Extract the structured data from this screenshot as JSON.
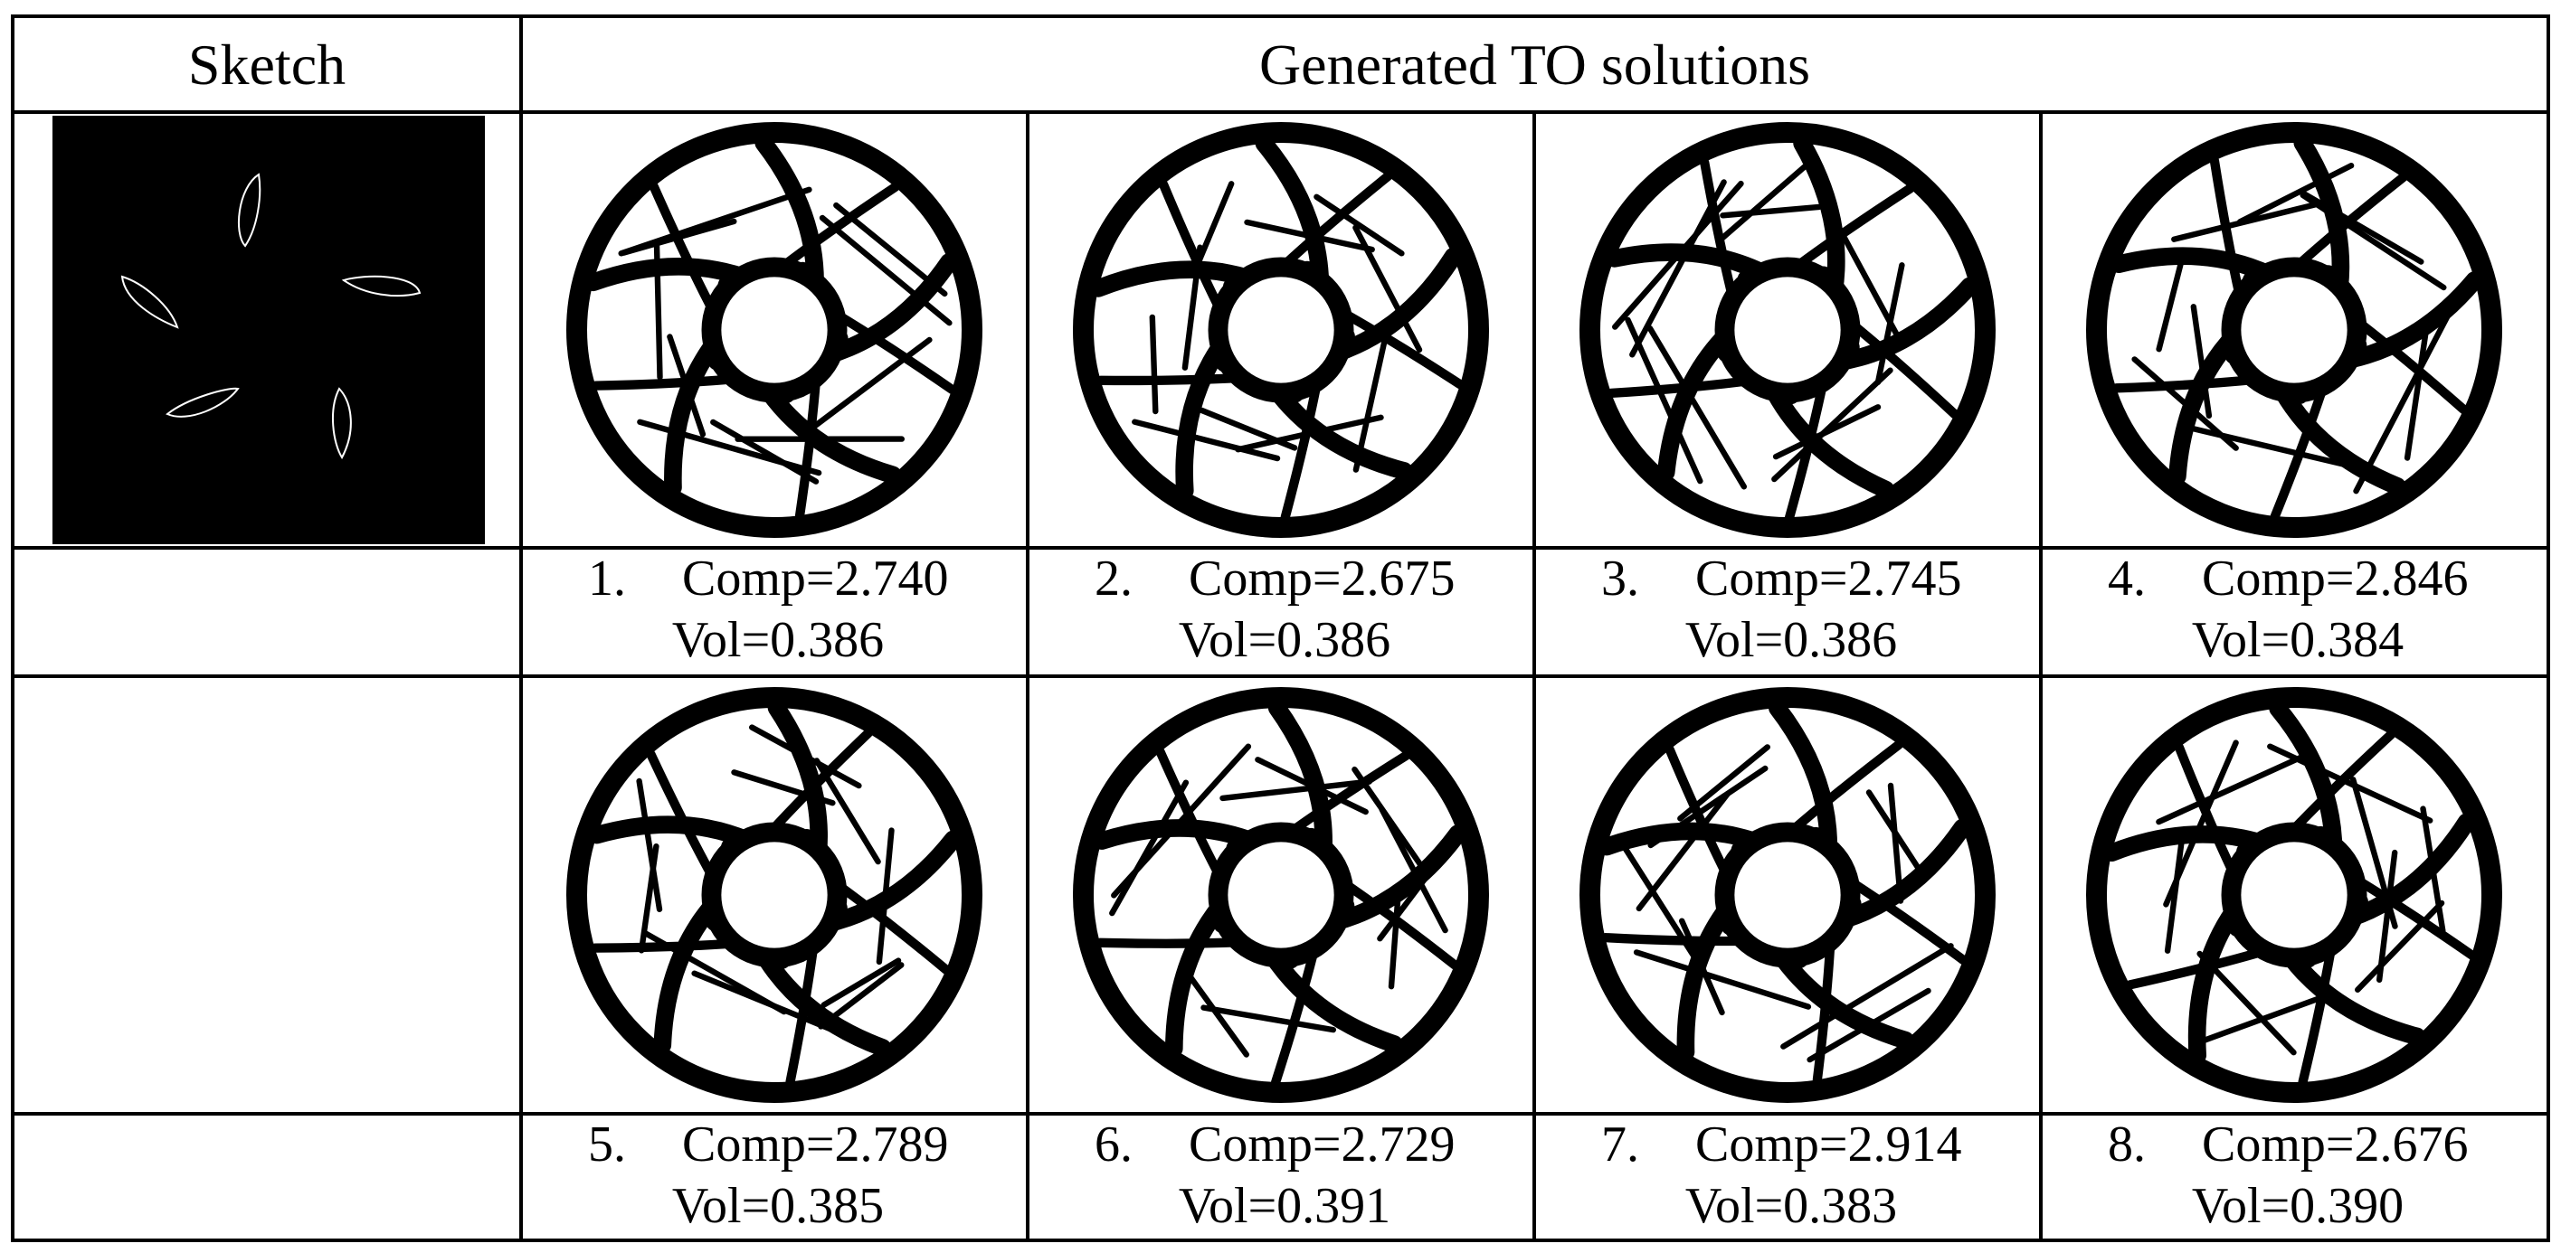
{
  "table": {
    "header": {
      "sketch": "Sketch",
      "generated": "Generated TO solutions"
    },
    "solutions": [
      {
        "index": "1.",
        "comp": "Comp=2.740",
        "vol": "Vol=0.386"
      },
      {
        "index": "2.",
        "comp": "Comp=2.675",
        "vol": "Vol=0.386"
      },
      {
        "index": "3.",
        "comp": "Comp=2.745",
        "vol": "Vol=0.386"
      },
      {
        "index": "4.",
        "comp": "Comp=2.846",
        "vol": "Vol=0.384"
      },
      {
        "index": "5.",
        "comp": "Comp=2.789",
        "vol": "Vol=0.385"
      },
      {
        "index": "6.",
        "comp": "Comp=2.729",
        "vol": "Vol=0.391"
      },
      {
        "index": "7.",
        "comp": "Comp=2.914",
        "vol": "Vol=0.383"
      },
      {
        "index": "8.",
        "comp": "Comp=2.676",
        "vol": "Vol=0.390"
      }
    ]
  },
  "colors": {
    "ink": "#000000",
    "paper": "#ffffff",
    "sketch_stroke": "#ffffff"
  }
}
